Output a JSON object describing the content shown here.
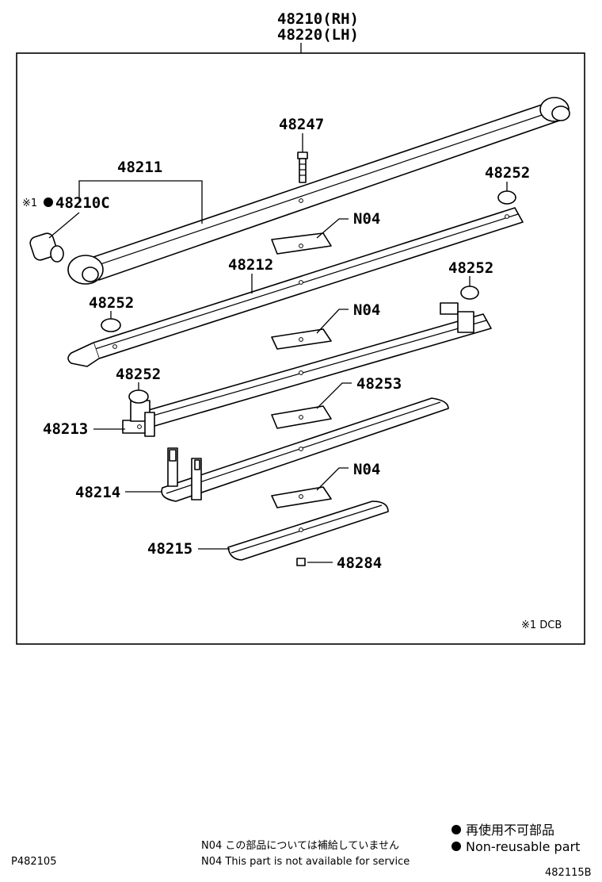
{
  "assembly": {
    "rh_part": "48210(RH)",
    "lh_part": "48220(LH)"
  },
  "parts": {
    "p48247": "48247",
    "p48211": "48211",
    "p48210c_mark": "※1",
    "p48210c": "48210C",
    "p48252_a": "48252",
    "p48252_b": "48252",
    "p48252_c": "48252",
    "p48252_d": "48252",
    "n04_a": "N04",
    "n04_b": "N04",
    "n04_c": "N04",
    "p48212": "48212",
    "p48213": "48213",
    "p48253": "48253",
    "p48214": "48214",
    "p48215": "48215",
    "p48284": "48284"
  },
  "footnote_box": "※1 DCB",
  "notes": {
    "n04_jp": "N04  この部品については補給していません",
    "n04_en": "N04  This part is not available for service"
  },
  "legend": {
    "jp": "再使用不可部品",
    "en": "Non-reusable part"
  },
  "page_code_left": "P482105",
  "page_code_right": "482115B",
  "colors": {
    "line": "#000000",
    "background": "#ffffff"
  }
}
